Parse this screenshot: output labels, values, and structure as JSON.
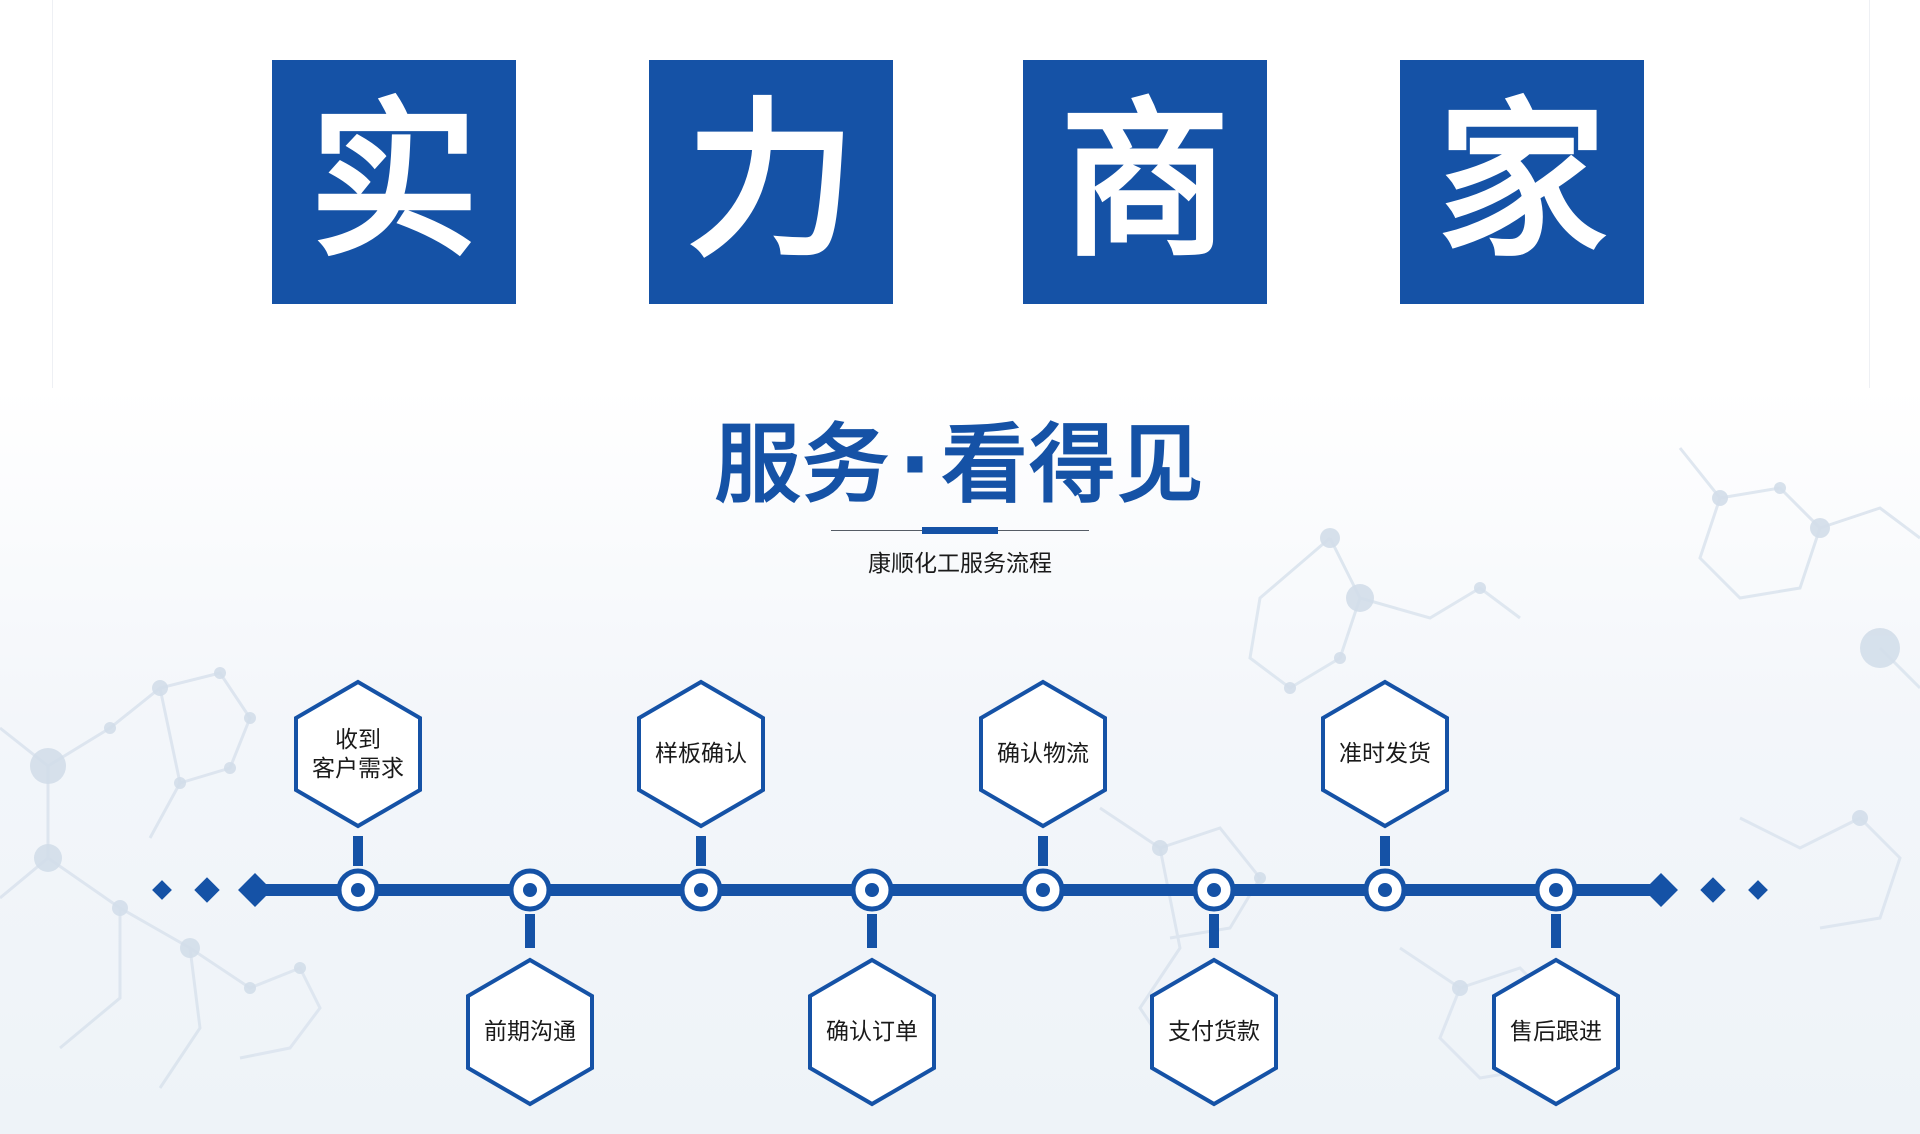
{
  "hero": {
    "tiles": [
      "实",
      "力",
      "商",
      "家"
    ]
  },
  "service": {
    "title_left": "服务",
    "title_dot": "·",
    "title_right": "看得见",
    "subtitle": "康顺化工服务流程"
  },
  "process": {
    "steps_top": [
      {
        "line1": "收到",
        "line2": "客户需求"
      },
      {
        "line1": "样板确认",
        "line2": ""
      },
      {
        "line1": "确认物流",
        "line2": ""
      },
      {
        "line1": "准时发货",
        "line2": ""
      }
    ],
    "steps_bottom": [
      {
        "line1": "前期沟通"
      },
      {
        "line1": "确认订单"
      },
      {
        "line1": "支付货款"
      },
      {
        "line1": "售后跟进"
      }
    ]
  },
  "colors": {
    "brand_blue": "#1552a6",
    "text_dark": "#1a1a1a"
  }
}
